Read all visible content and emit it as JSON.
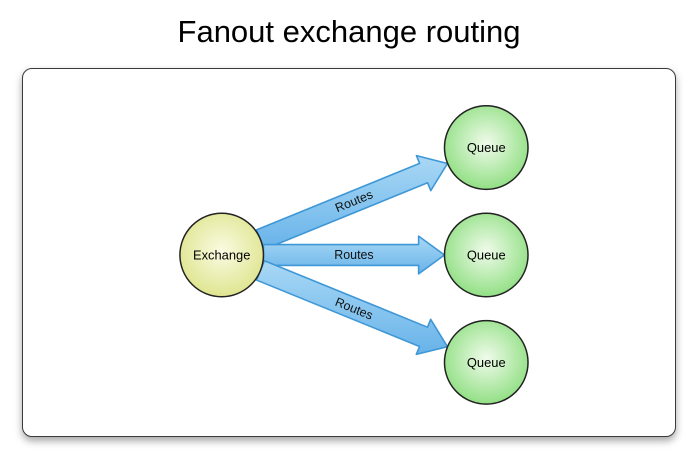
{
  "title": "Fanout exchange routing",
  "diagram": {
    "nodes": {
      "exchange": {
        "label": "Exchange",
        "type": "exchange"
      },
      "queue1": {
        "label": "Queue",
        "type": "queue"
      },
      "queue2": {
        "label": "Queue",
        "type": "queue"
      },
      "queue3": {
        "label": "Queue",
        "type": "queue"
      }
    },
    "edges": {
      "route1": {
        "label": "Routes",
        "from": "exchange",
        "to": "queue1"
      },
      "route2": {
        "label": "Routes",
        "from": "exchange",
        "to": "queue2"
      },
      "route3": {
        "label": "Routes",
        "from": "exchange",
        "to": "queue3"
      }
    }
  },
  "colors": {
    "exchange_center": "#FAFBE2",
    "exchange_edge": "#D9E07E",
    "queue_center": "#F0FBEB",
    "queue_edge": "#7CD96D",
    "arrow_fill_top": "#A9D8F5",
    "arrow_fill_bottom": "#68B3E9",
    "arrow_border": "#3E97D6",
    "node_border": "#222222",
    "text": "#000000"
  }
}
